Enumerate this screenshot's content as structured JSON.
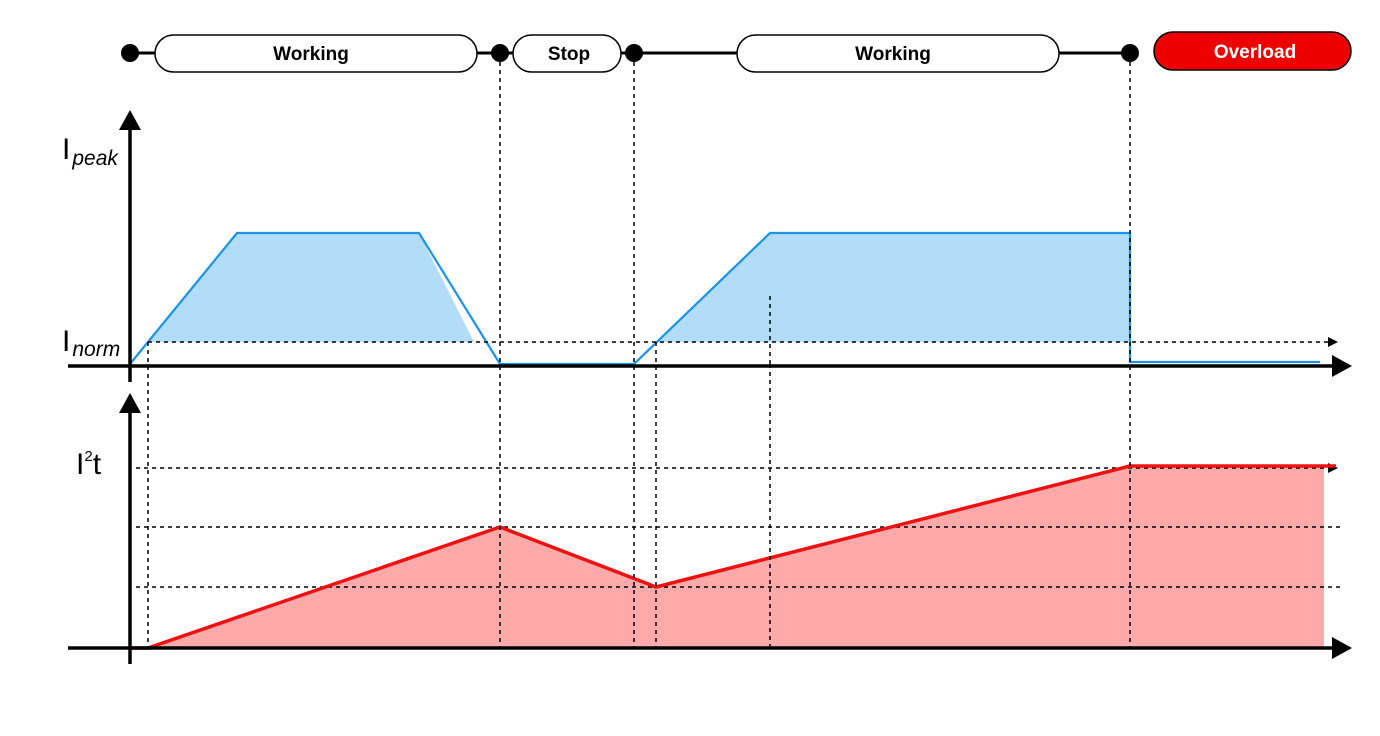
{
  "phases": [
    {
      "label": "Working",
      "state": "normal"
    },
    {
      "label": "Stop",
      "state": "normal"
    },
    {
      "label": "Working",
      "state": "normal"
    },
    {
      "label": "Overload",
      "state": "alarm"
    }
  ],
  "axes": {
    "current": {
      "symbol": "I",
      "peak_sub": "peak",
      "norm_sub": "norm"
    },
    "i2t": {
      "symbol": "I",
      "sup": "2",
      "rest": "t"
    }
  },
  "colors": {
    "current_line": "#1a93e8",
    "current_fill": "#b3dcf8",
    "i2t_line": "#ee1111",
    "i2t_fill": "#ffaaaa",
    "overload_pill": "#ee0000",
    "axis": "#000000"
  }
}
